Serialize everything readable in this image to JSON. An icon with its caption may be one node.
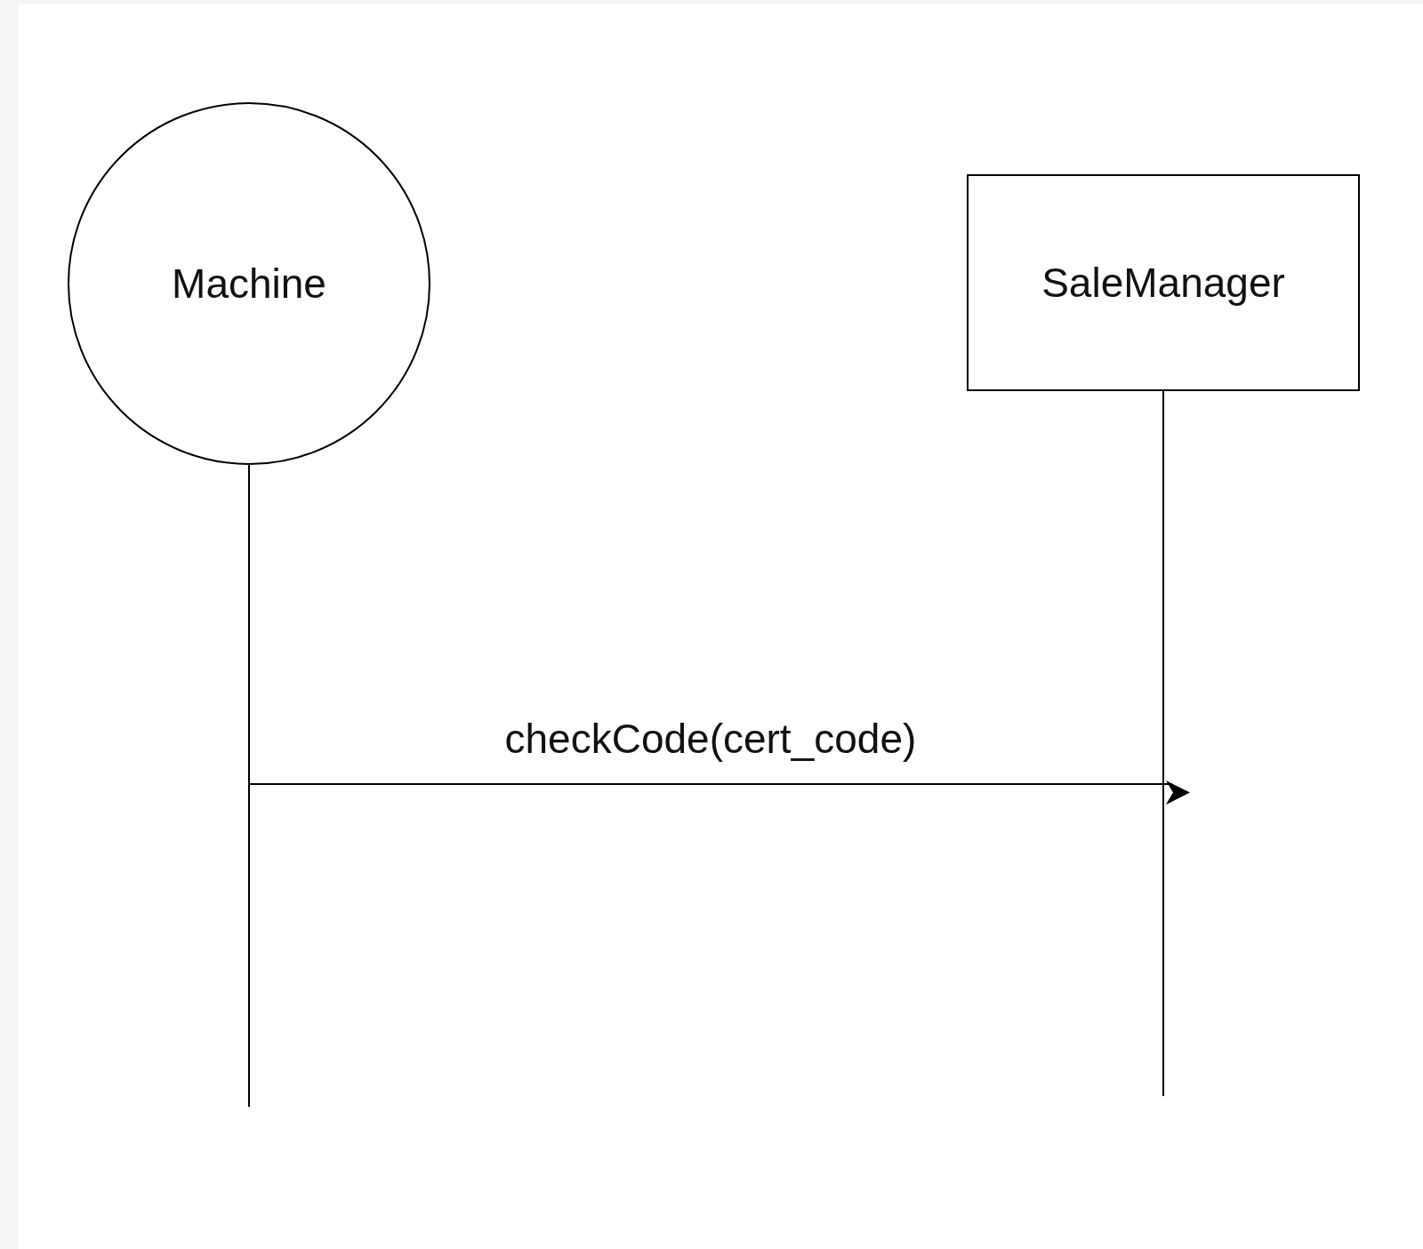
{
  "diagram": {
    "nodes": [
      {
        "text": [
          "Machine"
        ]
      },
      {
        "text": [
          "SaleManager"
        ]
      }
    ],
    "edges": [
      {
        "from": 0,
        "to": 1,
        "arrow": "to",
        "label": "checkCode(cert_code)"
      }
    ]
  }
}
